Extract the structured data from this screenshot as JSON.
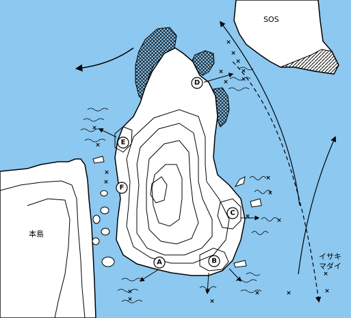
{
  "labels": {
    "sos": "SOS",
    "main_island": "本島",
    "isaki": "イサキ",
    "madai": "マダイ"
  },
  "points": [
    "A",
    "B",
    "C",
    "D",
    "E",
    "F"
  ],
  "mark_symbol": "×",
  "colors": {
    "sea": "#8cc8f0",
    "land": "#ffffff",
    "line": "#000000",
    "reef_hatch": "#000000"
  },
  "icons": [
    "arrow-icon",
    "boat-icon",
    "wave-icon"
  ]
}
